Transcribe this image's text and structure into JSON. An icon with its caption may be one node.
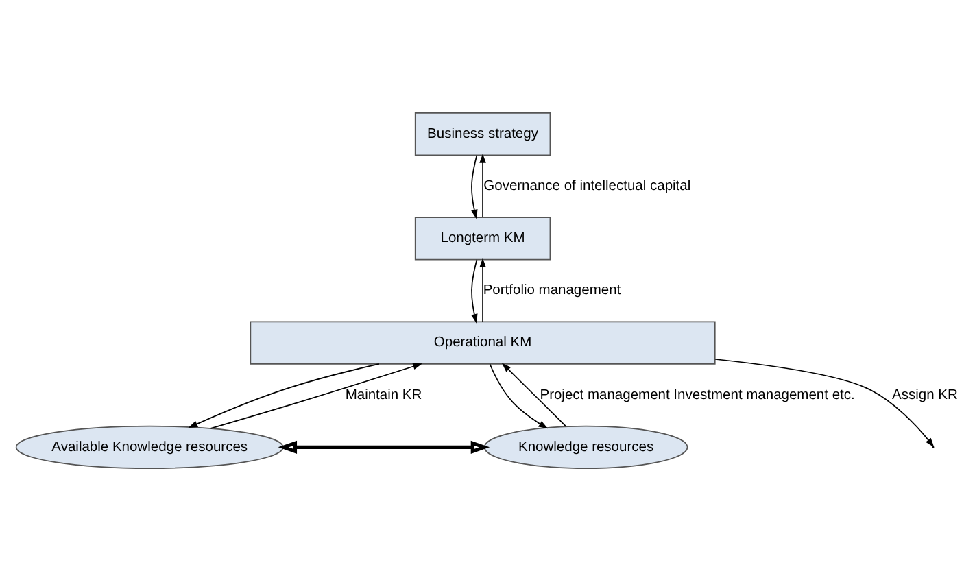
{
  "diagram": {
    "nodes": [
      {
        "text": [
          "Business strategy"
        ]
      },
      {
        "text": [
          "Longterm KM"
        ]
      },
      {
        "text": [
          "Operational KM"
        ]
      },
      {
        "text": [
          "Available Knowledge resources"
        ]
      },
      {
        "text": [
          "Knowledge resources"
        ]
      }
    ],
    "edges": [
      {
        "from": 0,
        "to": 1,
        "arrow": "to"
      },
      {
        "from": 1,
        "to": 0,
        "arrow": "to",
        "label": "Governance of intellectual capital"
      },
      {
        "from": 1,
        "to": 2,
        "arrow": "to"
      },
      {
        "from": 2,
        "to": 1,
        "arrow": "to",
        "label": "Portfolio management"
      },
      {
        "from": 2,
        "to": 3,
        "arrow": "to"
      },
      {
        "from": 3,
        "to": 2,
        "arrow": "to",
        "label": "Maintain KR"
      },
      {
        "from": 2,
        "to": null,
        "arrow": "to",
        "label": "Assign KR"
      },
      {
        "from": 2,
        "to": 4,
        "arrow": "to"
      },
      {
        "from": 4,
        "to": 2,
        "arrow": "to",
        "label": "Project management Investment management etc."
      },
      {
        "from": 3,
        "to": 4,
        "arrow": "both",
        "style": "thick"
      }
    ]
  }
}
